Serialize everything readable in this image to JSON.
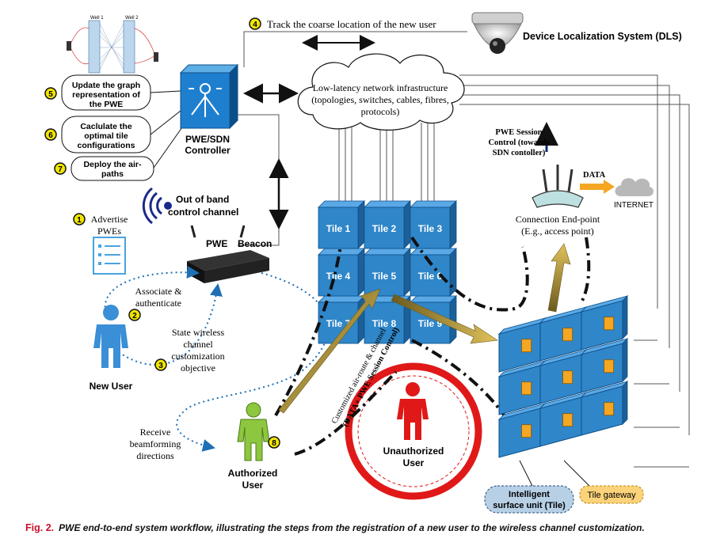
{
  "step4": {
    "num": "4",
    "label": "Track the coarse location of the new user"
  },
  "dls": {
    "label": "Device Localization System (DLS)"
  },
  "wells": {
    "w1": "Well 1",
    "w2": "Well 2"
  },
  "steps_left": [
    {
      "num": "5",
      "lines": [
        "Update the graph",
        "representation of",
        "the PWE"
      ]
    },
    {
      "num": "6",
      "lines": [
        "Caclulate the",
        "optimal tile",
        "configurations"
      ]
    },
    {
      "num": "7",
      "lines": [
        "Deploy the air-",
        "paths"
      ]
    }
  ],
  "controller": {
    "lines": [
      "PWE/SDN",
      "Controller"
    ]
  },
  "network": {
    "lines": [
      "Low-latency network infrastructure",
      "(topologies, switches, cables, fibres,",
      "protocols)"
    ]
  },
  "oob": {
    "lines": [
      "Out of band",
      "control channel"
    ]
  },
  "beacon": {
    "pwe": "PWE",
    "beacon": "Beacon"
  },
  "step1": {
    "num": "1",
    "lines": [
      "Advertise",
      "PWEs"
    ]
  },
  "step2": {
    "num": "2",
    "lines": [
      "Associate &",
      "authenticate"
    ]
  },
  "step3": {
    "num": "3",
    "lines": [
      "State wireless",
      "channel",
      "customization",
      "objective"
    ]
  },
  "new_user": "New User",
  "receive": {
    "lines": [
      "Receive",
      "beamforming",
      "directions"
    ]
  },
  "auth_user": {
    "num": "8",
    "lines": [
      "Authorized",
      "User"
    ]
  },
  "unauth_user": {
    "lines": [
      "Unauthorized",
      "User"
    ]
  },
  "airroute": {
    "lines": [
      "Customized air-route & channel",
      "(DATA+ PWE Session Control)"
    ]
  },
  "tiles": [
    "Tile 1",
    "Tile 2",
    "Tile 3",
    "Tile 4",
    "Tile 5",
    "Tile 6",
    "Tile 7",
    "Tile 8",
    "Tile 9"
  ],
  "session": {
    "lines": [
      "PWE Session",
      "Control (towards",
      "SDN contoller)"
    ]
  },
  "data_label": "DATA",
  "internet": "INTERNET",
  "endpoint": {
    "lines": [
      "Connection End-point",
      "(E.g., access point)"
    ]
  },
  "surface_unit": {
    "lines": [
      "Intelligent",
      "surface unit (Tile)"
    ]
  },
  "tile_gateway": "Tile gateway",
  "caption": {
    "fig": "Fig. 2.",
    "text": "PWE end-to-end system workflow, illustrating the steps from the registration of a new user to the wireless channel customization."
  },
  "colors": {
    "tile_blue": "#2f86c9",
    "badge_yellow": "#f2e600",
    "red": "#e01818",
    "gold": "#c9a227",
    "green": "#8dc63f",
    "caption_red": "#c8102e"
  }
}
